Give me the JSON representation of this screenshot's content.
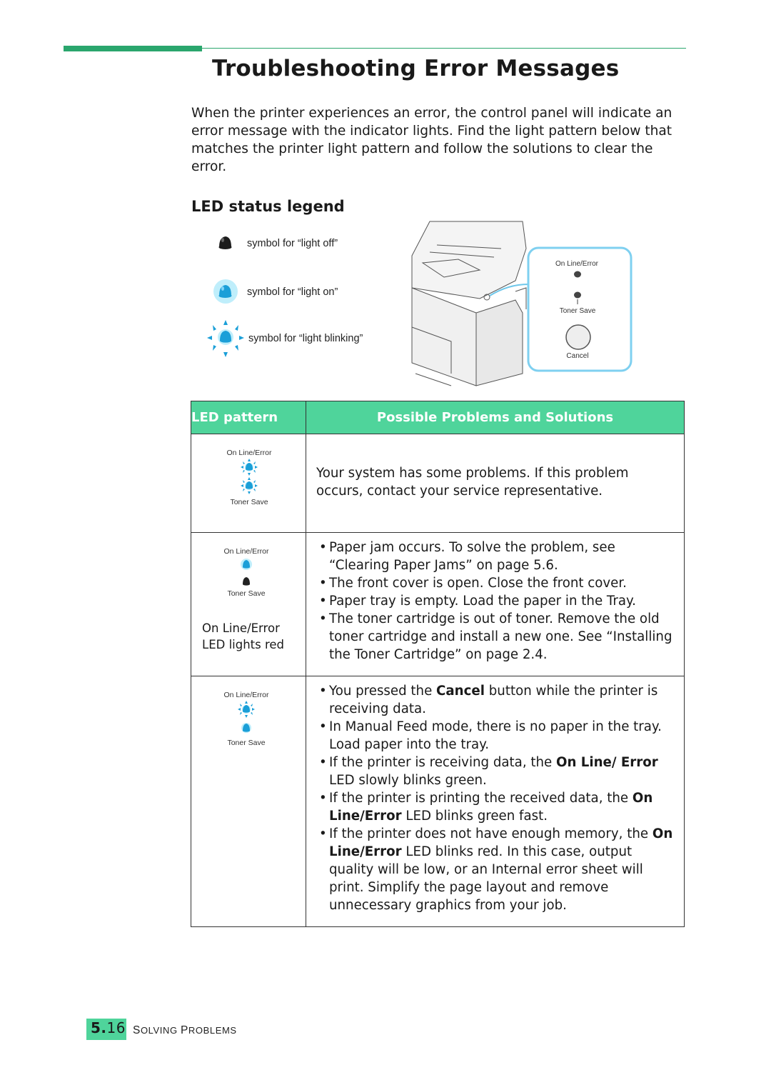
{
  "title": "Troubleshooting Error Messages",
  "intro": "When the printer experiences an error, the control panel will indicate an error message with the indicator lights. Find the light pattern below that matches the printer light pattern and follow the solutions to clear the error.",
  "legend": {
    "heading": "LED status legend",
    "items": [
      {
        "symbol": "light-off-icon",
        "label": "symbol for “light off”"
      },
      {
        "symbol": "light-on-icon",
        "label": "symbol for “light on”"
      },
      {
        "symbol": "light-blinking-icon",
        "label": "symbol for “light blinking”"
      }
    ]
  },
  "panel_illustration": {
    "online_error": "On Line/Error",
    "toner_save": "Toner Save",
    "cancel": "Cancel"
  },
  "table": {
    "headers": [
      "LED pattern",
      "Possible Problems and Solutions"
    ],
    "rows": [
      {
        "panel_top": "On Line/Error",
        "panel_bottom": "Toner Save",
        "online_state": "blinking",
        "toner_state": "blinking",
        "note": "",
        "solution": "Your system has some problems. If this problem occurs, contact your service representative."
      },
      {
        "panel_top": "On Line/Error",
        "panel_bottom": "Toner Save",
        "online_state": "on",
        "toner_state": "off",
        "note_line1": "On Line/Error",
        "note_line2": "LED lights red",
        "bullets": [
          "Paper jam occurs. To solve the problem, see “Clearing Paper Jams” on page 5.6.",
          "The front cover is open. Close the front cover.",
          "Paper tray is empty. Load the paper in the Tray.",
          "The toner cartridge is out of toner. Remove the old toner cartridge and install a new one. See “Installing the Toner Cartridge” on page 2.4."
        ]
      },
      {
        "panel_top": "On Line/Error",
        "panel_bottom": "Toner Save",
        "online_state": "blinking",
        "toner_state": "on",
        "b1_pre": "You pressed the ",
        "b1_bold": "Cancel",
        "b1_post": " button while the printer is receiving data.",
        "b2": "In Manual Feed mode, there is no paper in the tray. Load paper into the tray.",
        "b3_pre": "If the printer is receiving data, the ",
        "b3_bold": "On Line/ Error",
        "b3_post": " LED slowly blinks green.",
        "b4_pre": "If the printer is printing the received data, the ",
        "b4_bold": "On Line/Error",
        "b4_post": " LED blinks green fast.",
        "b5_pre": "If the printer does not have enough memory, the ",
        "b5_bold": "On Line/Error",
        "b5_post": " LED blinks red. In this case, output quality will be low, or an Internal error sheet will print. Simplify the page layout and remove unnecessary graphics from your job."
      }
    ]
  },
  "footer": {
    "chapter": "5.",
    "page": "16",
    "section_first": "S",
    "section_first_rest": "OLVING ",
    "section_second": "P",
    "section_second_rest": "ROBLEMS"
  }
}
